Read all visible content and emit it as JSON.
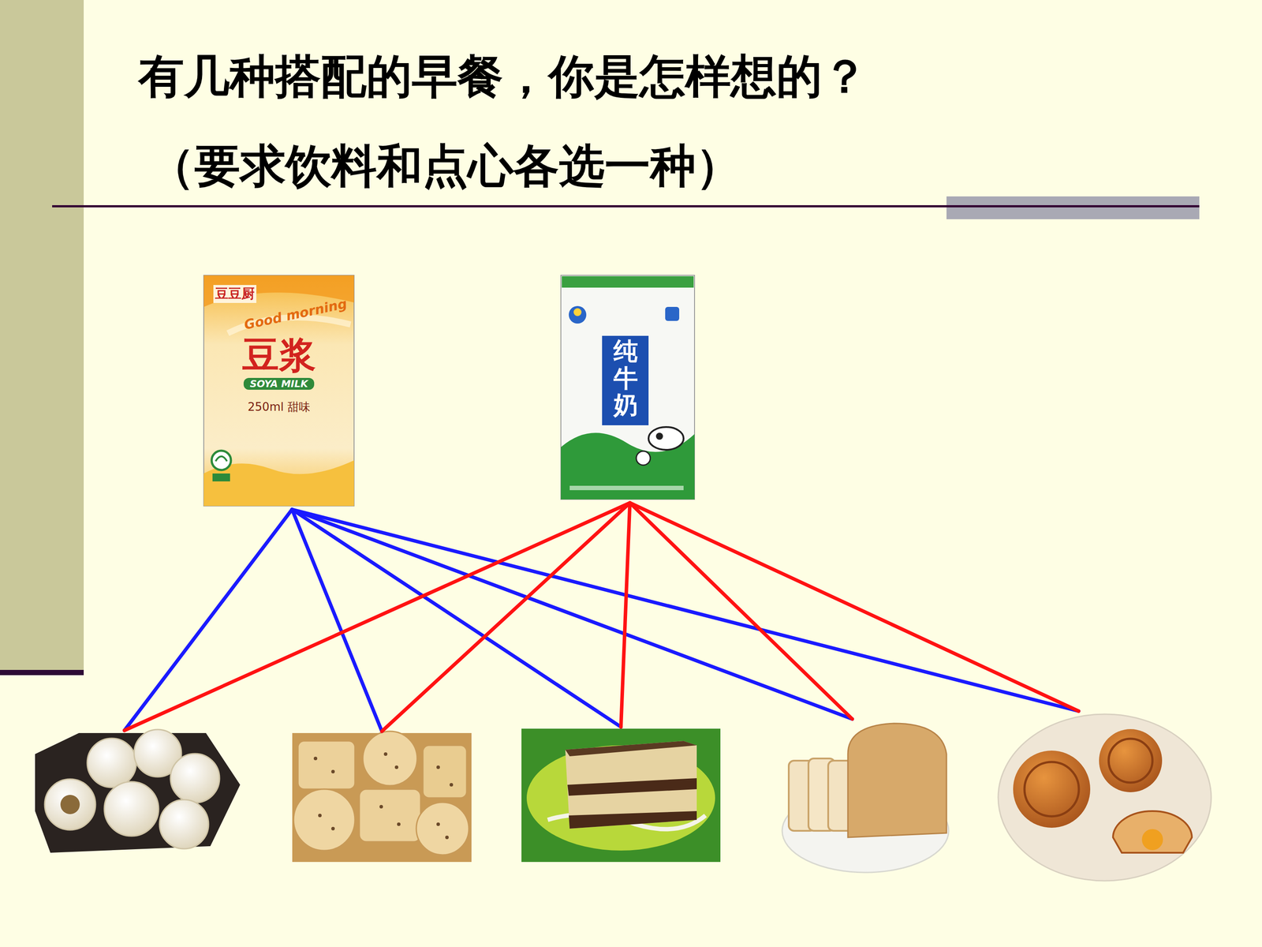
{
  "diagram": {
    "title": "有几种搭配的早餐，你是怎样想的？",
    "nodes": [
      {
        "text": [
          "豆豆厨",
          "Good morning",
          "豆浆",
          "SOYA MILK",
          "250ml 甜味"
        ]
      },
      {
        "text": [
          "纯牛奶"
        ]
      },
      {
        "text": []
      },
      {
        "text": []
      },
      {
        "text": []
      },
      {
        "text": []
      },
      {
        "text": []
      }
    ],
    "edges": [
      {
        "from": 0,
        "to": 2,
        "arrow": "none"
      },
      {
        "from": 0,
        "to": 3,
        "arrow": "none"
      },
      {
        "from": 0,
        "to": 4,
        "arrow": "none"
      },
      {
        "from": 0,
        "to": 5,
        "arrow": "none"
      },
      {
        "from": 0,
        "to": 6,
        "arrow": "none"
      },
      {
        "from": 1,
        "to": 2,
        "arrow": "none"
      },
      {
        "from": 1,
        "to": 3,
        "arrow": "none"
      },
      {
        "from": 1,
        "to": 4,
        "arrow": "none"
      },
      {
        "from": 1,
        "to": 5,
        "arrow": "none"
      },
      {
        "from": 1,
        "to": 6,
        "arrow": "none"
      }
    ],
    "labels": [
      "（要求饮料和点心各选一种）"
    ]
  }
}
